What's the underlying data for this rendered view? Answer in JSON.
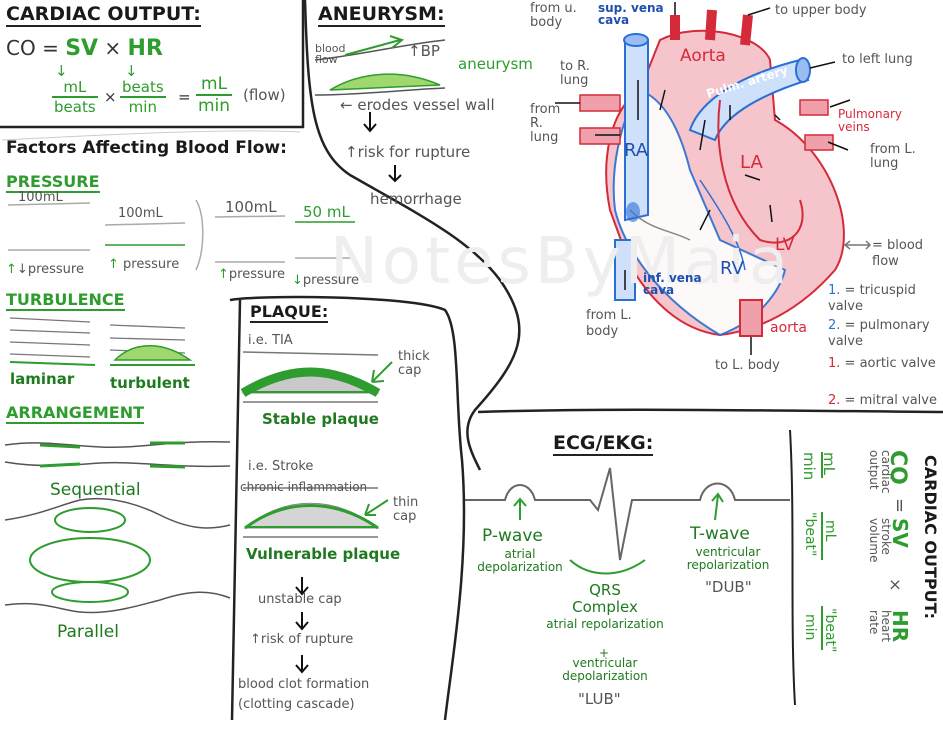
{
  "cardiac_output": {
    "title": "CARDIAC OUTPUT:",
    "co": "CO =",
    "sv": "SV",
    "times": "×",
    "hr": "HR",
    "ml": "mL",
    "beats": "beats",
    "beats2": "beats",
    "min": "min",
    "ml2": "mL",
    "min2": "min",
    "equals": "=",
    "flow": "(flow)"
  },
  "aneurysm": {
    "title": "ANEURYSM:",
    "blood_flow": "blood flow",
    "bp": "BP",
    "label": "aneurysm",
    "erodes": "erodes vessel wall",
    "risk": "risk for rupture",
    "hemorrhage": "hemorrhage"
  },
  "factors": {
    "title": "Factors Affecting Blood Flow:",
    "pressure_title": "PRESSURE",
    "v1": "100mL",
    "v2": "100mL",
    "v3": "100mL",
    "v4": "50 mL",
    "p1": "pressure",
    "p2": "pressure",
    "p3": "pressure",
    "p4": "pressure",
    "turbulence_title": "TURBULENCE",
    "laminar": "laminar",
    "turbulent": "turbulent",
    "arrangement_title": "ARRANGEMENT",
    "sequential": "Sequential",
    "parallel": "Parallel"
  },
  "plaque": {
    "title": "PLAQUE:",
    "tia": "i.e. TIA",
    "thick_cap": "thick cap",
    "stable": "Stable plaque",
    "stroke": "i.e. Stroke",
    "chronic": "chronic inflammation",
    "thin_cap": "thin cap",
    "vulnerable": "Vulnerable plaque",
    "unstable": "unstable cap",
    "risk": "risk of rupture",
    "clot": "blood clot formation",
    "cascade": "(clotting cascade)"
  },
  "heart": {
    "from_u_body": "from u. body",
    "sup_vena_cava": "sup. vena cava",
    "to_upper_body": "to upper body",
    "aorta_top": "Aorta",
    "to_left_lung": "to left lung",
    "to_r_lung": "to R. lung",
    "pulm_artery": "Pulm. artery",
    "from_r_lung": "from R. lung",
    "pulmonary_veins": "Pulmonary veins",
    "from_l_lung": "from L. lung",
    "ra": "RA",
    "la": "LA",
    "lv": "LV",
    "rv": "RV",
    "inf_vena_cava": "inf. vena cava",
    "aorta_bottom": "aorta",
    "from_l_body": "from L. body",
    "to_l_body": "to L. body",
    "legend_flow": "= blood flow",
    "legend": [
      {
        "num": "1.",
        "text": "= tricuspid valve",
        "color": "#2a6fd6"
      },
      {
        "num": "2.",
        "text": "= pulmonary valve",
        "color": "#2a6fd6"
      },
      {
        "num": "1.",
        "text": "= aortic valve",
        "color": "#d42a3a"
      },
      {
        "num": "2.",
        "text": "= mitral valve",
        "color": "#d42a3a"
      }
    ]
  },
  "ecg": {
    "title": "ECG/EKG:",
    "p_wave": "P-wave",
    "p_desc": "atrial depolarization",
    "qrs": "QRS Complex",
    "qrs_desc1": "atrial repolarization",
    "plus": "+",
    "qrs_desc2": "ventricular depolarization",
    "lub": "\"LUB\"",
    "t_wave": "T-wave",
    "t_desc": "ventricular repolarization",
    "dub": "\"DUB\""
  },
  "co_vertical": {
    "title": "CARDIAC OUTPUT:",
    "co": "CO",
    "co_desc": "cardiac output",
    "eq": "=",
    "sv": "SV",
    "sv_desc": "stroke volume",
    "x": "×",
    "hr": "HR",
    "hr_desc": "heart rate",
    "ml": "mL",
    "min": "min",
    "ml2": "mL",
    "beat": "\"beat\"",
    "beat2": "\"beat\"",
    "min2": "min"
  },
  "watermark": "NotesByMaia"
}
